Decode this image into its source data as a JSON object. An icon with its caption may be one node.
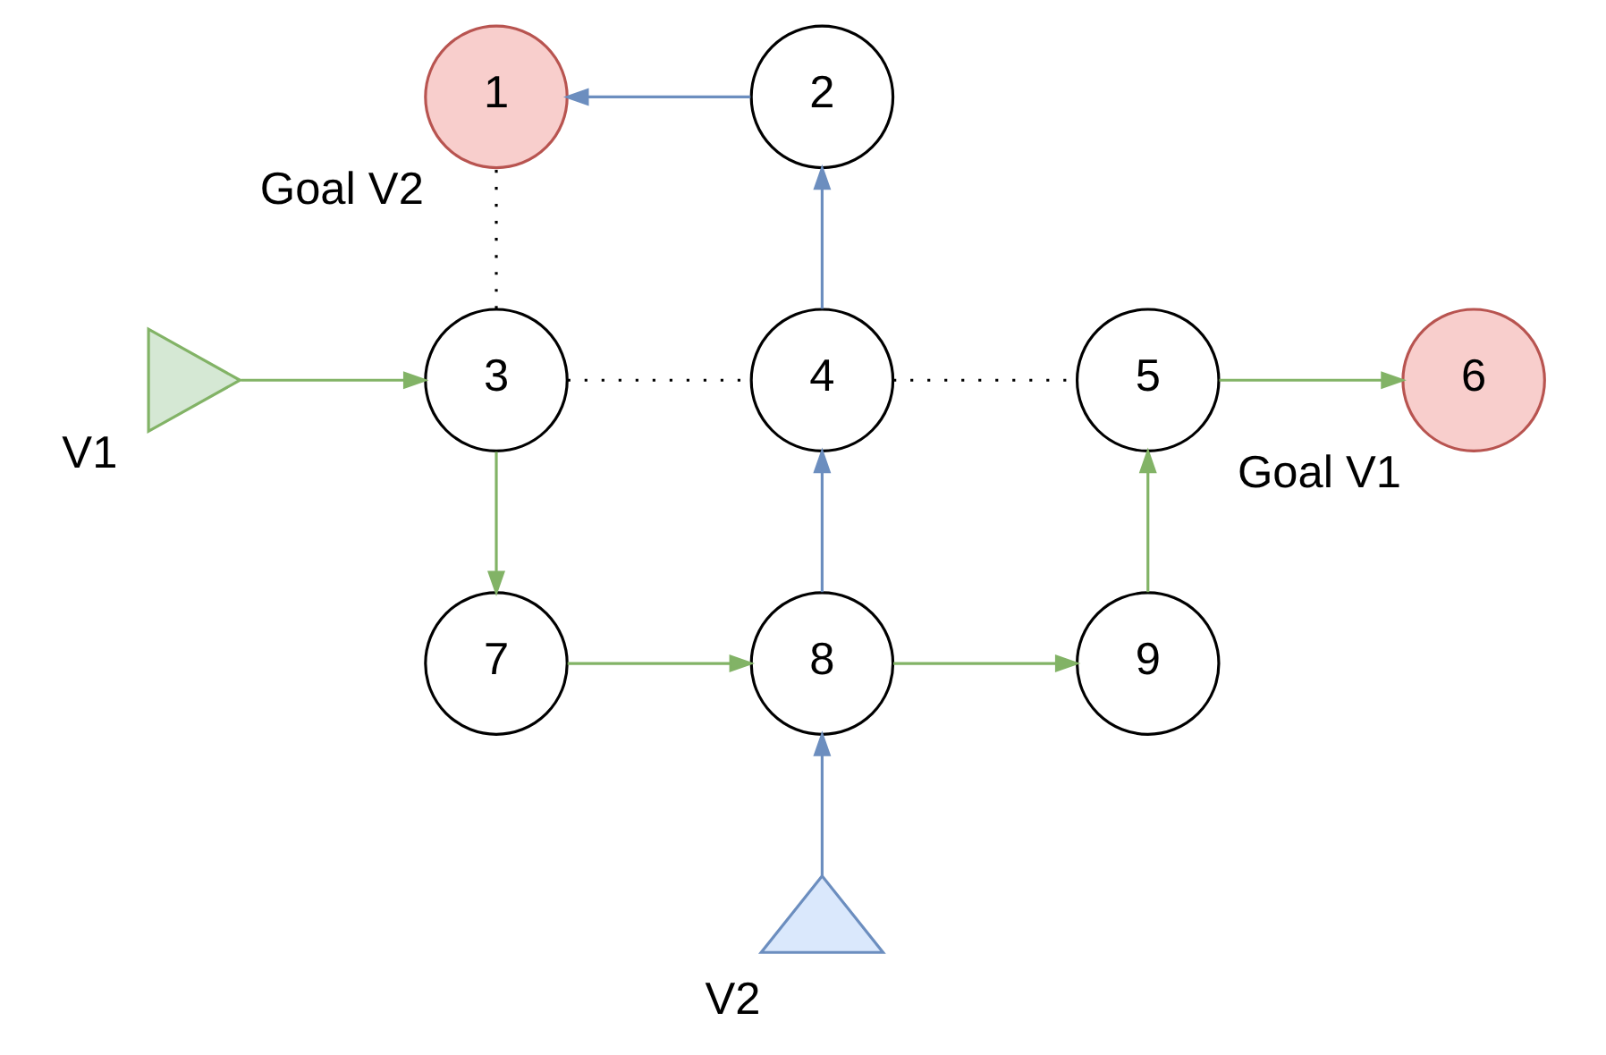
{
  "diagram": {
    "nodes": [
      {
        "text": [
          "1"
        ],
        "beside": [
          "Goal V2"
        ]
      },
      {
        "text": [
          "2"
        ]
      },
      {
        "text": [],
        "shape": "triangle",
        "beside": [
          "V1"
        ]
      },
      {
        "text": [
          "3"
        ]
      },
      {
        "text": [
          "4"
        ]
      },
      {
        "text": [
          "5"
        ]
      },
      {
        "text": [
          "6"
        ],
        "beside": [
          "Goal V1"
        ]
      },
      {
        "text": [
          "7"
        ]
      },
      {
        "text": [
          "8"
        ]
      },
      {
        "text": [
          "9"
        ]
      },
      {
        "text": [],
        "shape": "triangle",
        "beside": [
          "V2"
        ]
      }
    ],
    "edges": [
      {
        "from": 1,
        "to": 0,
        "arrow": "to",
        "color": "#6c8ebf"
      },
      {
        "from": 3,
        "to": 0,
        "arrow": "none",
        "style": "dashed",
        "color": "#000000"
      },
      {
        "from": 4,
        "to": 1,
        "arrow": "to",
        "color": "#6c8ebf"
      },
      {
        "from": 2,
        "to": 3,
        "arrow": "to"
      },
      {
        "from": 3,
        "to": 4,
        "arrow": "none",
        "style": "dashed",
        "color": "#000000"
      },
      {
        "from": 4,
        "to": 5,
        "arrow": "none",
        "style": "dashed",
        "color": "#000000"
      },
      {
        "from": 5,
        "to": 6,
        "arrow": "to"
      },
      {
        "from": 3,
        "to": 7,
        "arrow": "to"
      },
      {
        "from": 8,
        "to": 4,
        "arrow": "to",
        "color": "#6c8ebf"
      },
      {
        "from": 9,
        "to": 5,
        "arrow": "to"
      },
      {
        "from": 7,
        "to": 8,
        "arrow": "to"
      },
      {
        "from": 8,
        "to": 9,
        "arrow": "to"
      },
      {
        "from": 10,
        "to": 8,
        "arrow": "to",
        "color": "#6c8ebf"
      }
    ]
  }
}
